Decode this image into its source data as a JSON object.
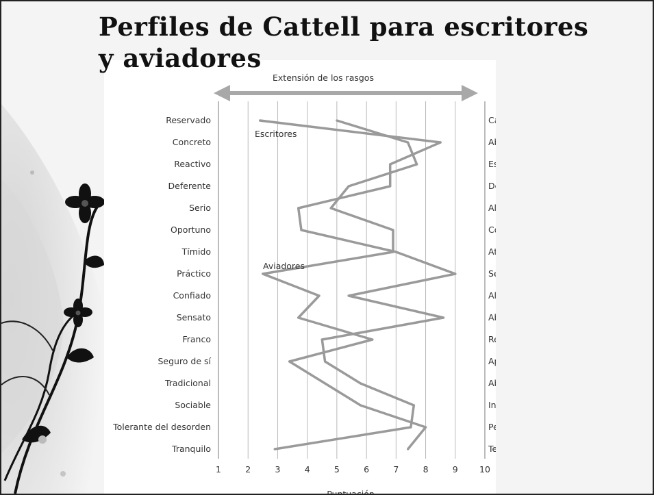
{
  "slide": {
    "title": "Perfiles de Cattell para escritores y aviadores"
  },
  "colors": {
    "series": "#9a9a9a",
    "grid": "#b9b9b9",
    "text": "#333333",
    "arrow": "#a8a8a8"
  },
  "chart_data": {
    "type": "line",
    "header": "Extensión de los rasgos",
    "xlabel": "Puntuación",
    "xlim": [
      1,
      10
    ],
    "xticks": [
      1,
      2,
      3,
      4,
      5,
      6,
      7,
      8,
      9,
      10
    ],
    "left_labels": [
      "Reservado",
      "Concreto",
      "Reactivo",
      "Deferente",
      "Serio",
      "Oportuno",
      "Tímido",
      "Práctico",
      "Confiado",
      "Sensato",
      "Franco",
      "Seguro de sí",
      "Tradicional",
      "Sociable",
      "Tolerante del desorden",
      "Tranquilo"
    ],
    "right_labels": [
      "Cálido",
      "Abstracto",
      "Estable emocionalmente",
      "Dominante",
      "Alegre",
      "Consciente de las reglas",
      "Atrevido socialmente",
      "Sensible",
      "Alerta",
      "Abstraído",
      "Reservado",
      "Aprehensivo",
      "Abierto al cambio",
      "Independiente",
      "Perfeccionista",
      "Tenso"
    ],
    "series": [
      {
        "name": "Escritores",
        "values": [
          2.4,
          8.5,
          6.8,
          6.8,
          3.7,
          3.8,
          7.0,
          9.0,
          5.4,
          8.6,
          4.5,
          4.6,
          5.8,
          7.6,
          7.5,
          2.9
        ]
      },
      {
        "name": "Aviadores",
        "values": [
          5.0,
          7.4,
          7.7,
          5.4,
          4.8,
          6.9,
          6.9,
          2.5,
          4.4,
          3.7,
          6.2,
          3.4,
          4.6,
          5.8,
          8.0,
          7.4
        ]
      }
    ]
  }
}
